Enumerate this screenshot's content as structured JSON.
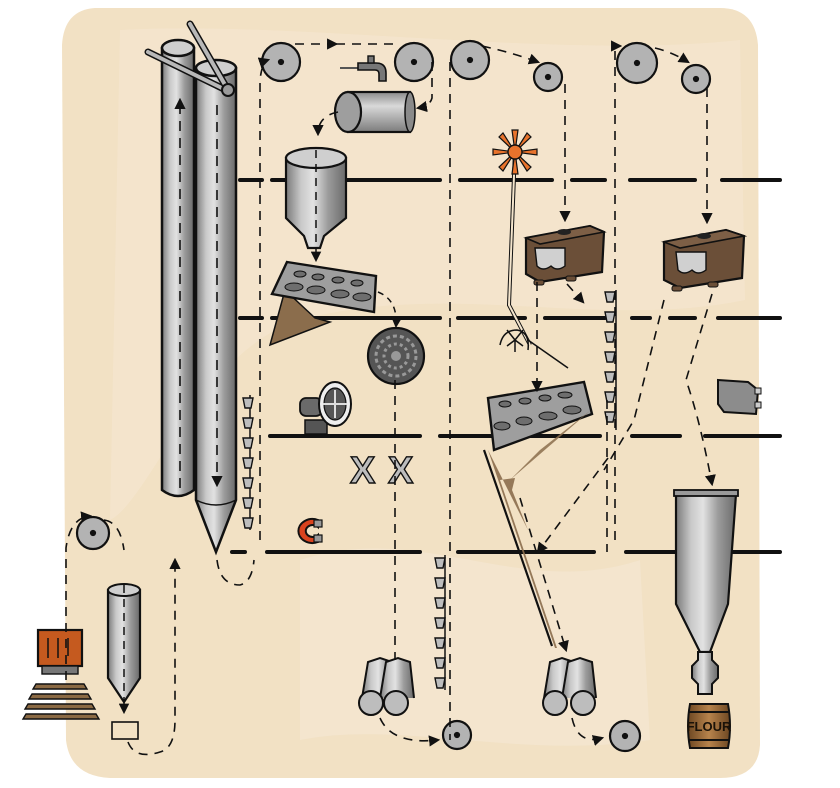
{
  "diagram": {
    "type": "illustrated process flow",
    "subject": "flour mill",
    "colors": {
      "background": "#f2e1c4",
      "background_light": "#f5e8d2",
      "steel": "#a6a6a6",
      "steel_dark": "#6e6e6e",
      "steel_light": "#d6d6d6",
      "floor_line": "#111111",
      "flow_line": "#111111",
      "wood": "#6b4f38",
      "chute": "#8b6d4c",
      "orange": "#e8732c",
      "magnet_red": "#d9431e",
      "barrel": "#9a6a3a"
    },
    "floors": 4,
    "components": [
      {
        "id": "rail-car",
        "label": "Grain rail car"
      },
      {
        "id": "receiving-hopper",
        "label": "Receiving hopper"
      },
      {
        "id": "twin-silos",
        "label": "Storage silos"
      },
      {
        "id": "bucket-elevators",
        "label": "Bucket elevators"
      },
      {
        "id": "pulleys",
        "label": "Conveyor pulleys"
      },
      {
        "id": "water-tap",
        "label": "Water tap"
      },
      {
        "id": "tempering-drum",
        "label": "Tempering drum"
      },
      {
        "id": "tempering-bin",
        "label": "Tempering bin"
      },
      {
        "id": "separator-screen",
        "label": "Separator screen"
      },
      {
        "id": "scourer-disk",
        "label": "Scourer"
      },
      {
        "id": "aspirator-fan",
        "label": "Aspirator fan"
      },
      {
        "id": "cross-markers",
        "label": "XX"
      },
      {
        "id": "magnet",
        "label": "Magnetic separator"
      },
      {
        "id": "roller-mills",
        "label": "Roller mills"
      },
      {
        "id": "purifier-fan",
        "label": "Purifier"
      },
      {
        "id": "sifters",
        "label": "Plansifters"
      },
      {
        "id": "sifter-screen",
        "label": "Sifter screen"
      },
      {
        "id": "small-bin",
        "label": "Bran bin"
      },
      {
        "id": "flour-silo",
        "label": "Flour silo"
      },
      {
        "id": "flour-barrel",
        "label": "FLOUR"
      }
    ],
    "cross_marks": "X X",
    "barrel_text": "FLOUR"
  }
}
